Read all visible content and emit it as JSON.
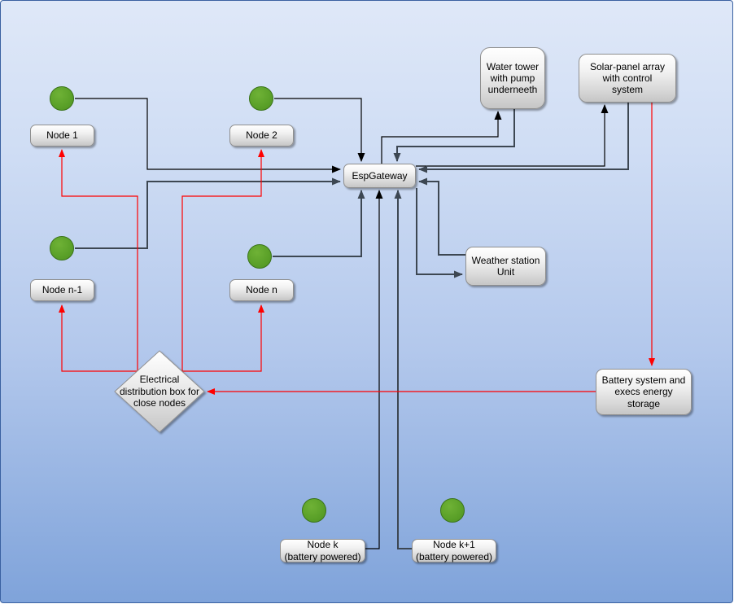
{
  "diagram": {
    "gateway": {
      "label": "EspGateway"
    },
    "nodes": [
      {
        "id": "node-1",
        "label": "Node 1"
      },
      {
        "id": "node-2",
        "label": "Node 2"
      },
      {
        "id": "node-n-1",
        "label": "Node n-1"
      },
      {
        "id": "node-n",
        "label": "Node n"
      },
      {
        "id": "node-k",
        "label": "Node k\n(battery powered)"
      },
      {
        "id": "node-k-1",
        "label": "Node k+1\n(battery powered)"
      }
    ],
    "facilities": {
      "water_tower": {
        "label": "Water tower\nwith pump\nunderneeth"
      },
      "solar_array": {
        "label": "Solar-panel array\nwith control\nsystem"
      },
      "weather_unit": {
        "label": "Weather station\nUnit"
      },
      "battery": {
        "label": "Battery system and\nexecs energy storage"
      },
      "distribution": {
        "label": "Electrical\ndistribution box for\nclose nodes"
      }
    },
    "connections": [
      {
        "from": "Node 1 sensor",
        "to": "EspGateway",
        "type": "data"
      },
      {
        "from": "Node 2 sensor",
        "to": "EspGateway",
        "type": "data"
      },
      {
        "from": "Node n-1 sensor",
        "to": "EspGateway",
        "type": "data"
      },
      {
        "from": "Node n sensor",
        "to": "EspGateway",
        "type": "data"
      },
      {
        "from": "Node k",
        "to": "EspGateway",
        "type": "data"
      },
      {
        "from": "Node k+1",
        "to": "EspGateway",
        "type": "data"
      },
      {
        "from": "EspGateway",
        "to": "Water tower",
        "type": "data"
      },
      {
        "from": "Water tower",
        "to": "EspGateway",
        "type": "data"
      },
      {
        "from": "EspGateway",
        "to": "Solar-panel array",
        "type": "data"
      },
      {
        "from": "Solar-panel array",
        "to": "EspGateway",
        "type": "data"
      },
      {
        "from": "EspGateway",
        "to": "Weather station Unit",
        "type": "data"
      },
      {
        "from": "Weather station Unit",
        "to": "EspGateway",
        "type": "data"
      },
      {
        "from": "Solar-panel array",
        "to": "Battery system",
        "type": "power"
      },
      {
        "from": "Battery system",
        "to": "Electrical distribution box",
        "type": "power"
      },
      {
        "from": "Electrical distribution box",
        "to": "Node 1",
        "type": "power"
      },
      {
        "from": "Electrical distribution box",
        "to": "Node 2",
        "type": "power"
      },
      {
        "from": "Electrical distribution box",
        "to": "Node n-1",
        "type": "power"
      },
      {
        "from": "Electrical distribution box",
        "to": "Node n",
        "type": "power"
      }
    ],
    "colors": {
      "data_line": "#000000",
      "data_line_alt": "#3d4752",
      "power_line": "#ff0000",
      "node_indicator_fill": "#5aa028",
      "node_indicator_border": "#3a731a",
      "background_top": "#dfe8f8",
      "background_bottom": "#7fa3da"
    }
  }
}
